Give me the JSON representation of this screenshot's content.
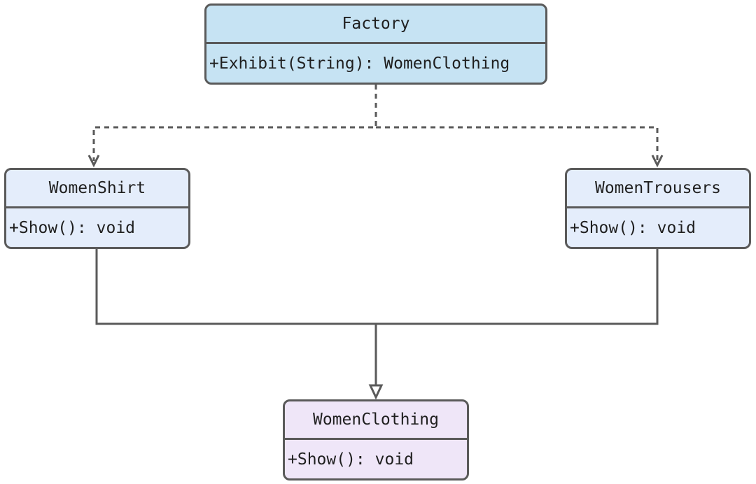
{
  "diagram": {
    "classes": [
      {
        "id": "factory",
        "name": "Factory",
        "members": [
          "+Exhibit(String): WomenClothing"
        ]
      },
      {
        "id": "shirt",
        "name": "WomenShirt",
        "members": [
          "+Show(): void"
        ]
      },
      {
        "id": "trousers",
        "name": "WomenTrousers",
        "members": [
          "+Show(): void"
        ]
      },
      {
        "id": "clothing",
        "name": "WomenClothing",
        "members": [
          "+Show(): void"
        ]
      }
    ],
    "relations": [
      {
        "from": "Factory",
        "to": "WomenShirt",
        "type": "dependency"
      },
      {
        "from": "Factory",
        "to": "WomenTrousers",
        "type": "dependency"
      },
      {
        "from": "WomenShirt",
        "to": "WomenClothing",
        "type": "generalization"
      },
      {
        "from": "WomenTrousers",
        "to": "WomenClothing",
        "type": "generalization"
      }
    ],
    "colors": {
      "line": "#5a5a5a",
      "factory_fill": "#c6e3f3",
      "product_fill": "#e4edfb",
      "abstract_fill": "#efe6f8"
    }
  }
}
